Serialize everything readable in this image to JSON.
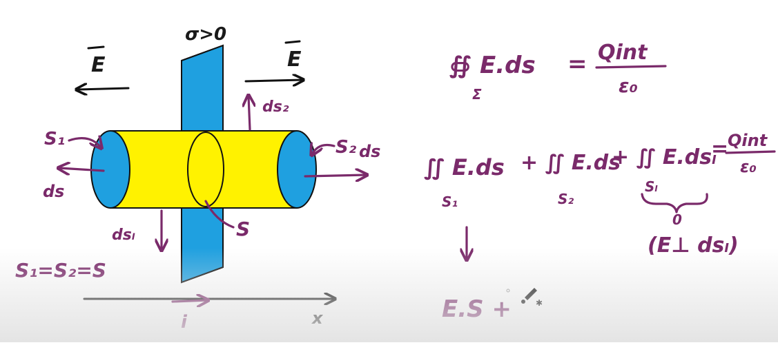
{
  "diagram": {
    "sigma_condition": "σ>0",
    "field_left": "E",
    "field_right": "E",
    "ds2_top": "ds₂",
    "s1_label": "S₁",
    "s2_label": "S₂",
    "ds_left": "ds",
    "ds_right": "ds",
    "ds_lateral": "dsₗ",
    "s_plane": "S",
    "area_equality": "S₁=S₂=S",
    "unit_vector": "i",
    "axis_x": "x"
  },
  "equations": {
    "gauss_law_lhs": "∯ E.ds",
    "gauss_law_sigma": "Σ",
    "gauss_law_rhs_num": "Qint",
    "gauss_law_rhs_den": "ε₀",
    "expansion_term1": "∬ E.ds",
    "expansion_sub1": "S₁",
    "expansion_term2": "+ ∬ E.ds",
    "expansion_sub2": "S₂",
    "expansion_term3": "+ ∬ E.dsₗ",
    "expansion_sub3": "Sₗ",
    "expansion_rhs_num": "Qint",
    "expansion_rhs_den": "ε₀",
    "lateral_zero": "0",
    "perpendicular_note": "(E⊥ dsₗ)",
    "result_partial": "E.S +"
  },
  "colors": {
    "ink": "#7a2a6a",
    "plane": "#1fa0e0",
    "cylinder": "#ffee00",
    "end_caps": "#1fa0e0"
  },
  "icons": [
    "brush-icon"
  ]
}
